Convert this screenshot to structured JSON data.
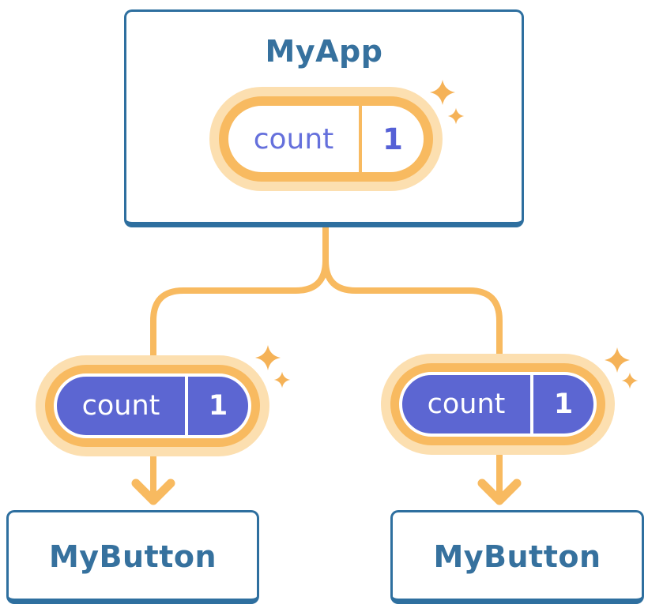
{
  "tree": {
    "root": {
      "title": "MyApp",
      "state": {
        "name": "count",
        "value": "1"
      }
    },
    "children": [
      {
        "title": "MyButton",
        "state": {
          "name": "count",
          "value": "1"
        }
      },
      {
        "title": "MyButton",
        "state": {
          "name": "count",
          "value": "1"
        }
      }
    ]
  },
  "icons": {
    "sparkles": "sparkles-icon",
    "arrow": "arrow-down-icon"
  },
  "colors": {
    "card_border_blue": "#2e6f9f",
    "title_text_blue": "#36719e",
    "connector_orange": "#f8ba60",
    "pill_glow_orange": "#fcdfb0",
    "sparkle_orange": "#f5b257",
    "pill_purple_fill": "#5c66d2",
    "state_name_purple": "#6570dc",
    "state_value_purple": "#5560d6",
    "card_background": "#ffffff"
  }
}
